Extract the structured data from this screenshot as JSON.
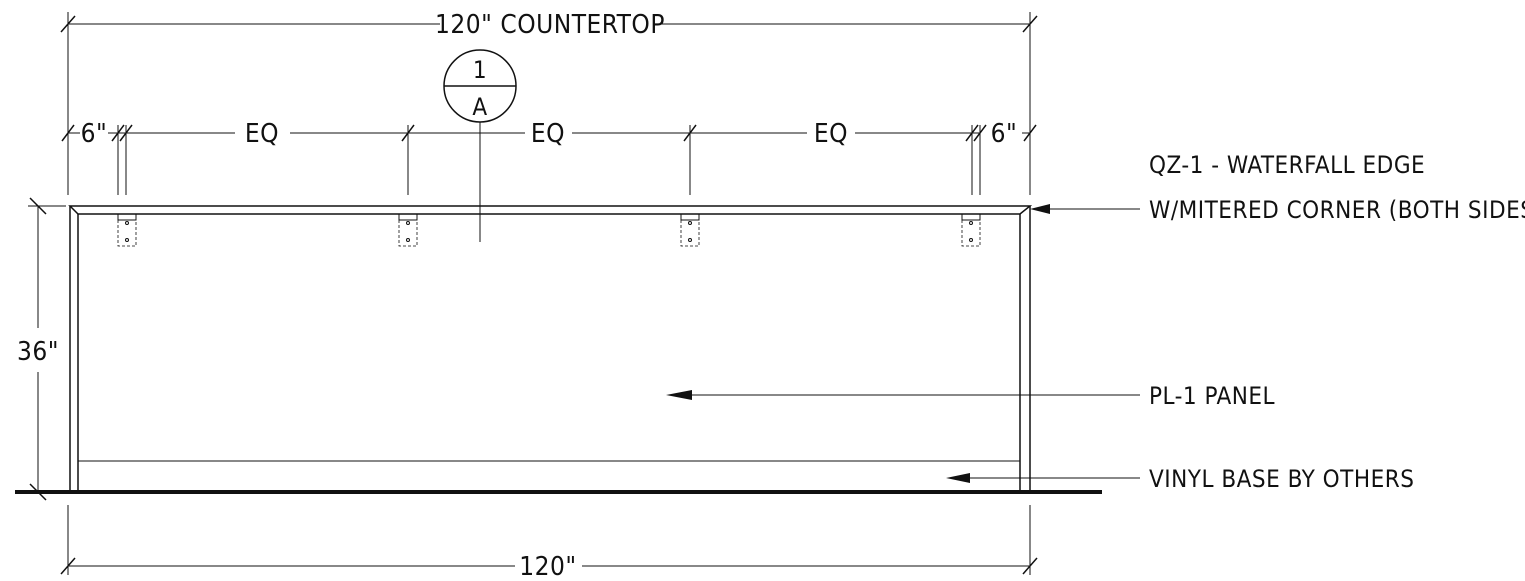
{
  "dimensions": {
    "countertop_width": "120\" COUNTERTOP",
    "overall_width": "120\"",
    "height": "36\"",
    "left_offset": "6\"",
    "right_offset": "6\"",
    "spacing_1": "EQ",
    "spacing_2": "EQ",
    "spacing_3": "EQ"
  },
  "section_callout": {
    "number": "1",
    "sheet": "A"
  },
  "notes": {
    "countertop_line1": "QZ-1 - WATERFALL EDGE",
    "countertop_line2": "W/MITERED CORNER (BOTH SIDES)",
    "panel": "PL-1 PANEL",
    "base": "VINYL BASE BY OTHERS"
  }
}
